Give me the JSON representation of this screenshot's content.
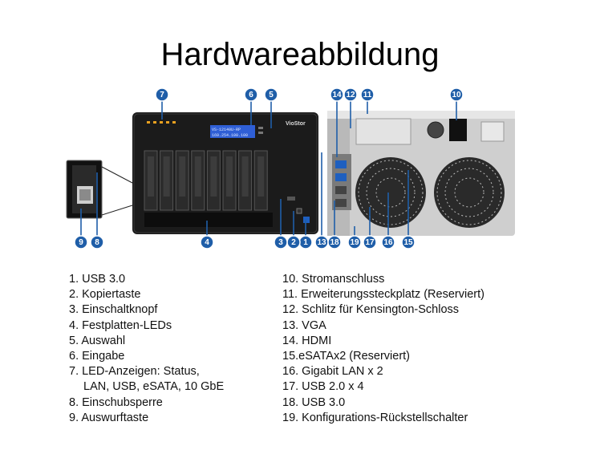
{
  "title": "Hardwareabbildung",
  "device": {
    "brand_label": "VioStor",
    "lcd_line1": "VS-12140U-RP",
    "lcd_line2": "169.254.100.100",
    "callouts": [
      "1",
      "2",
      "3",
      "4",
      "5",
      "6",
      "7",
      "8",
      "9",
      "10",
      "11",
      "12",
      "13",
      "14",
      "15",
      "16",
      "17",
      "18",
      "19"
    ]
  },
  "legend_left": [
    {
      "text": "1. USB 3.0"
    },
    {
      "text": "2. Kopiertaste"
    },
    {
      "text": "3. Einschaltknopf"
    },
    {
      "text": "4. Festplatten-LEDs"
    },
    {
      "text": "5. Auswahl"
    },
    {
      "text": "6. Eingabe"
    },
    {
      "text": "7. LED-Anzeigen: Status,"
    },
    {
      "text": "LAN, USB, eSATA, 10 GbE"
    },
    {
      "text": "8. Einschubsperre"
    },
    {
      "text": "9. Auswurftaste"
    }
  ],
  "legend_right": [
    {
      "text": "10. Stromanschluss"
    },
    {
      "text": "11. Erweiterungssteckplatz (Reserviert)"
    },
    {
      "text": "12. Schlitz für Kensington-Schloss"
    },
    {
      "text": "13. VGA"
    },
    {
      "text": "14. HDMI"
    },
    {
      "text": "15.eSATAx2 (Reserviert)"
    },
    {
      "text": "16. Gigabit LAN x 2"
    },
    {
      "text": "17. USB 2.0 x 4"
    },
    {
      "text": "18. USB 3.0"
    },
    {
      "text": "19. Konfigurations-Rückstellschalter"
    }
  ],
  "colors": {
    "callout": "#1f5ea8",
    "chassis": "#1b1b1b",
    "lcd": "#2f5fd6",
    "panel": "#d9d9d9"
  }
}
